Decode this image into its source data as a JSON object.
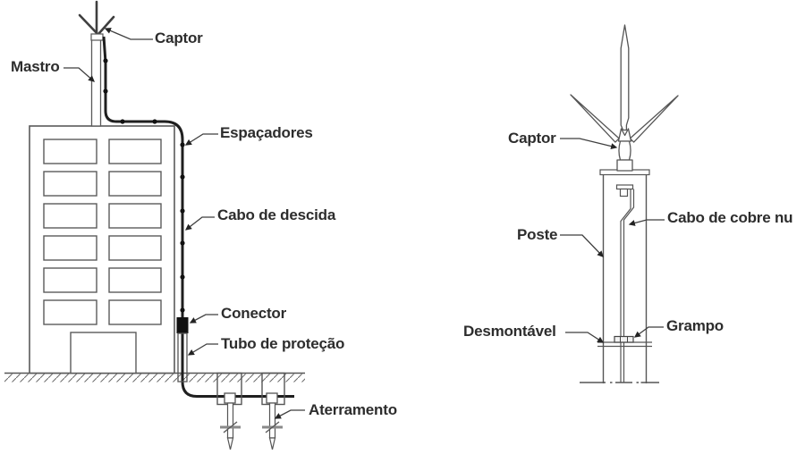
{
  "left_diagram": {
    "labels": {
      "captor": "Captor",
      "mastro": "Mastro",
      "espacadores": "Espaçadores",
      "cabo_descida": "Cabo de descida",
      "conector": "Conector",
      "tubo_protecao": "Tubo de proteção",
      "aterramento": "Aterramento"
    }
  },
  "right_diagram": {
    "labels": {
      "captor": "Captor",
      "poste": "Poste",
      "cabo_cobre_nu": "Cabo de cobre nu",
      "desmontavel": "Desmontável",
      "grampo": "Grampo"
    }
  },
  "colors": {
    "line": "#555555",
    "cable": "#1f1f1f",
    "text": "#2d2d2d",
    "background": "#ffffff"
  }
}
